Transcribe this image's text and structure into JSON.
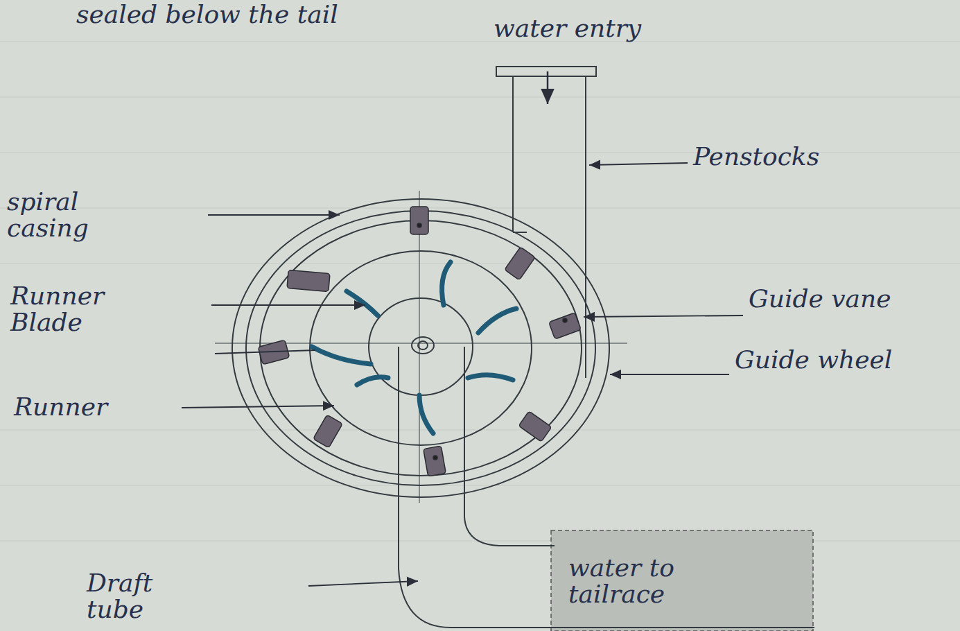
{
  "diagram": {
    "labels": [
      "sealed below the tail",
      "water entry",
      "Penstocks",
      "spiral casing",
      "Runner Blade",
      "Guide vane",
      "Guide wheel",
      "Runner",
      "Draft tube",
      "water to tailrace"
    ]
  }
}
